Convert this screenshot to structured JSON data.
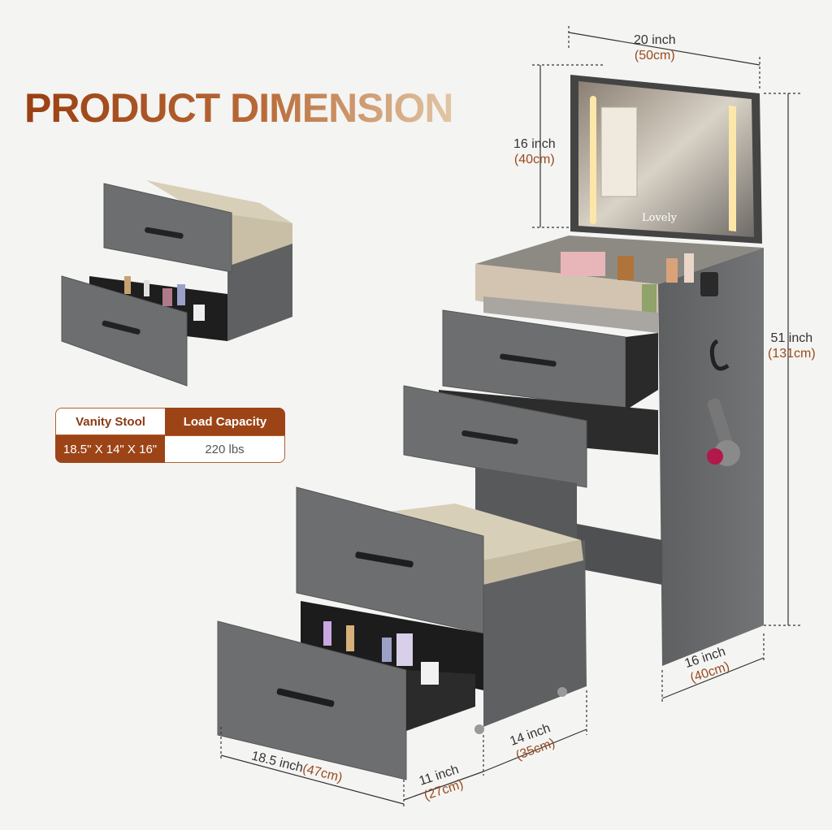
{
  "title": "PRODUCT DIMENSION",
  "spec_table": {
    "header_left": "Vanity Stool",
    "header_right": "Load Capacity",
    "value_left": "18.5\" X 14\" X 16\"",
    "value_right": "220 lbs"
  },
  "mirror_brand": "Lovely",
  "dimensions": {
    "top_width": {
      "inch": "20 inch",
      "cm": "(50cm)"
    },
    "mirror_height": {
      "inch": "16 inch",
      "cm": "(40cm)"
    },
    "total_height": {
      "inch": "51 inch",
      "cm": "(131cm)"
    },
    "depth": {
      "inch": "16 inch",
      "cm": "(40cm)"
    },
    "stool_width": {
      "inch": "18.5 inch",
      "cm": "(47cm)"
    },
    "stool_depth": {
      "inch": "14 inch",
      "cm": "(35cm)"
    },
    "drawer_depth": {
      "inch": "11 inch",
      "cm": "(27cm)"
    }
  },
  "colors": {
    "accent": "#9d4417",
    "furniture": "#6b6c6e",
    "cushion": "#d8cfb9"
  }
}
